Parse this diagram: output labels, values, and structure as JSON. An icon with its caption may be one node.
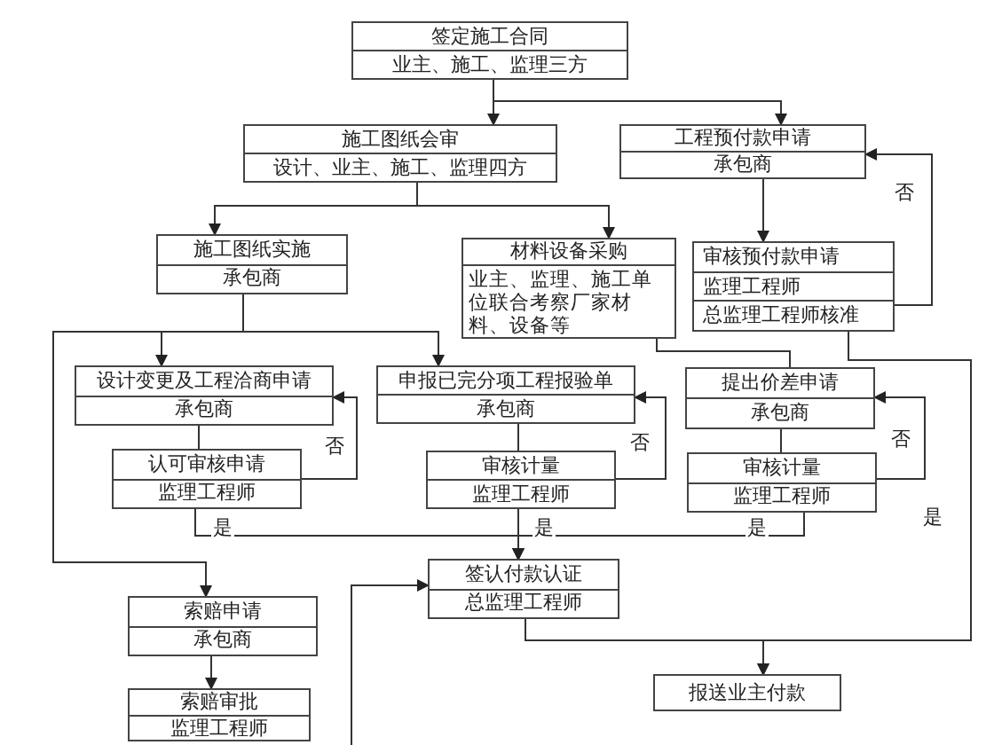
{
  "diagram": {
    "nodes": [
      {
        "text": [
          "签定施工合同",
          "业主、施工、监理三方"
        ]
      },
      {
        "text": [
          "施工图纸会审",
          "设计、业主、施工、监理四方"
        ]
      },
      {
        "text": [
          "工程预付款申请",
          "承包商"
        ]
      },
      {
        "text": [
          "施工图纸实施",
          "承包商"
        ]
      },
      {
        "text": [
          "材料设备采购",
          "业主、监理、施工单位联合考察厂家材料、设备等"
        ]
      },
      {
        "text": [
          "审核预付款申请",
          "监理工程师",
          "总监理工程师核准"
        ]
      },
      {
        "text": [
          "设计变更及工程洽商申请",
          "承包商"
        ]
      },
      {
        "text": [
          "申报已完分项工程报验单",
          "承包商"
        ]
      },
      {
        "text": [
          "提出价差申请",
          "承包商"
        ]
      },
      {
        "text": [
          "认可审核申请",
          "监理工程师"
        ]
      },
      {
        "text": [
          "审核计量",
          "监理工程师"
        ]
      },
      {
        "text": [
          "审核计量",
          "监理工程师"
        ]
      },
      {
        "text": [
          "签认付款认证",
          "总监理工程师"
        ]
      },
      {
        "text": [
          "索赔申请",
          "承包商"
        ]
      },
      {
        "text": [
          "索赔审批",
          "监理工程师"
        ]
      },
      {
        "text": [
          "报送业主付款"
        ]
      }
    ],
    "edges": [
      {
        "from": 0,
        "to": 1,
        "arrow": "to"
      },
      {
        "from": 0,
        "to": 2,
        "arrow": "to"
      },
      {
        "from": 1,
        "to": 3,
        "arrow": "to"
      },
      {
        "from": 1,
        "to": 4,
        "arrow": "to"
      },
      {
        "from": 2,
        "to": 5,
        "arrow": "to"
      },
      {
        "from": 5,
        "to": 2,
        "arrow": "to",
        "label": "否"
      },
      {
        "from": 3,
        "to": 6,
        "arrow": "to"
      },
      {
        "from": 3,
        "to": 7,
        "arrow": "to"
      },
      {
        "from": 3,
        "to": 13,
        "arrow": "to"
      },
      {
        "from": 4,
        "to": 8,
        "arrow": "none"
      },
      {
        "from": 5,
        "to": 15,
        "arrow": "to",
        "label": "是"
      },
      {
        "from": 6,
        "to": 9,
        "arrow": "none"
      },
      {
        "from": 9,
        "to": 6,
        "arrow": "to",
        "label": "否"
      },
      {
        "from": 7,
        "to": 10,
        "arrow": "none"
      },
      {
        "from": 10,
        "to": 7,
        "arrow": "to",
        "label": "否"
      },
      {
        "from": 8,
        "to": 11,
        "arrow": "none"
      },
      {
        "from": 11,
        "to": 8,
        "arrow": "to",
        "label": "否"
      },
      {
        "from": 9,
        "to": 12,
        "arrow": "to",
        "label": "是"
      },
      {
        "from": 10,
        "to": 12,
        "arrow": "to",
        "label": "是"
      },
      {
        "from": 11,
        "to": 12,
        "arrow": "to",
        "label": "是"
      },
      {
        "from": 12,
        "to": 15,
        "arrow": "to"
      },
      {
        "from": 13,
        "to": 14,
        "arrow": "to"
      },
      {
        "from": null,
        "to": 12,
        "arrow": "to"
      }
    ]
  }
}
